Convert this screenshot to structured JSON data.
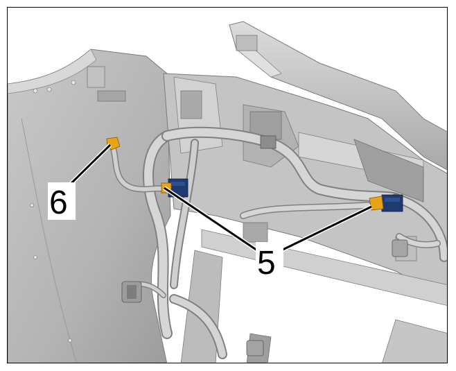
{
  "diagram": {
    "callouts": [
      {
        "id": "callout-6",
        "label": "6"
      },
      {
        "id": "callout-5",
        "label": "5"
      }
    ],
    "colors": {
      "background": "#ffffff",
      "body_panel": "#b9b9b9",
      "body_panel_light": "#d4d4d4",
      "body_panel_dark": "#8f8f8f",
      "harness": "#cfcfcf",
      "connector_orange": "#e8a317",
      "connector_blue": "#1f3a6e",
      "leader_line": "#000000"
    },
    "icons": [
      "orange-connector-icon",
      "blue-bracket-icon"
    ]
  }
}
